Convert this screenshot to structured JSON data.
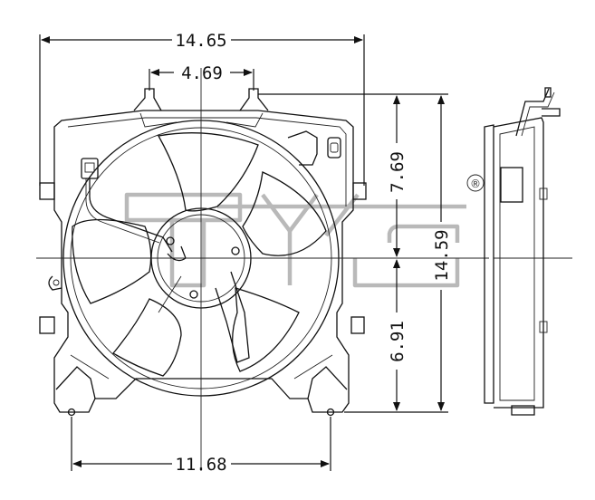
{
  "drawing": {
    "dimensions": {
      "overall_width": "14.65",
      "mount_spacing": "4.69",
      "upper_height": "7.69",
      "overall_height": "14.59",
      "lower_height": "6.91",
      "bottom_width": "11.68"
    },
    "watermark": {
      "registered_mark": "®"
    },
    "colors": {
      "line": "#111111",
      "watermark": "#b9b9b9",
      "background": "#ffffff"
    }
  }
}
